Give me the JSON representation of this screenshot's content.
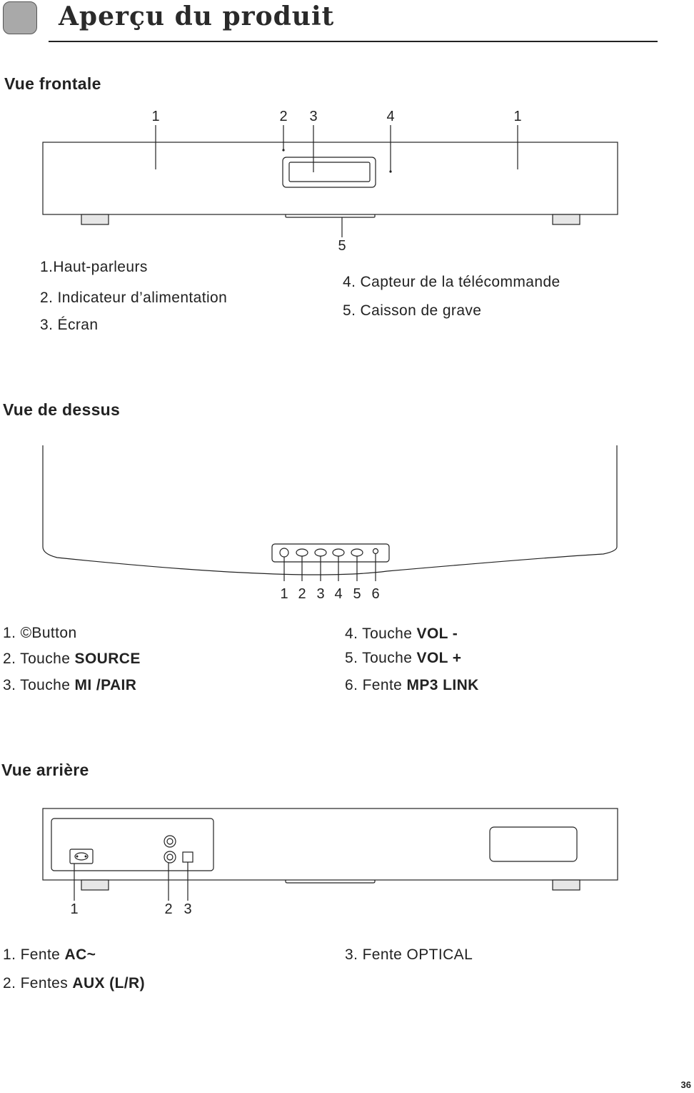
{
  "page": {
    "title": "Aperçu du produit",
    "page_number": "36"
  },
  "front": {
    "heading": "Vue frontale",
    "callouts_top": [
      "1",
      "2",
      "3",
      "4",
      "1"
    ],
    "callout_bottom": "5",
    "items": [
      "1.Haut-parleurs",
      "2. Indicateur d’alimentation",
      "3. Écran",
      "4.  Capteur de la télécommande",
      "5.  Caisson de grave"
    ]
  },
  "top": {
    "heading": "Vue de dessus",
    "callouts": [
      "1",
      "2",
      "3",
      "4",
      "5",
      "6"
    ],
    "items": [
      {
        "prefix": "1.  ",
        "text": "©Button",
        "bold": ""
      },
      {
        "prefix": "2.  ",
        "text": "Touche ",
        "bold": "SOURCE"
      },
      {
        "prefix": "3.  ",
        "text": "Touche ",
        "bold": "MI /PAIR"
      },
      {
        "prefix": "4.  ",
        "text": "Touche  ",
        "bold": "VOL -"
      },
      {
        "prefix": "5.  ",
        "text": "Touche ",
        "bold": "VOL +"
      },
      {
        "prefix": "6.  ",
        "text": "Fente ",
        "bold": "MP3 LINK"
      }
    ]
  },
  "rear": {
    "heading": "Vue arrière",
    "callouts": [
      "1",
      "2",
      "3"
    ],
    "items": [
      {
        "prefix": "1.  ",
        "text": "Fente ",
        "bold": "AC~"
      },
      {
        "prefix": "2.  ",
        "text": "Fentes ",
        "bold": "AUX (L/R)"
      },
      {
        "prefix": "3.    ",
        "text": "Fente OPTICAL",
        "bold": ""
      }
    ]
  }
}
